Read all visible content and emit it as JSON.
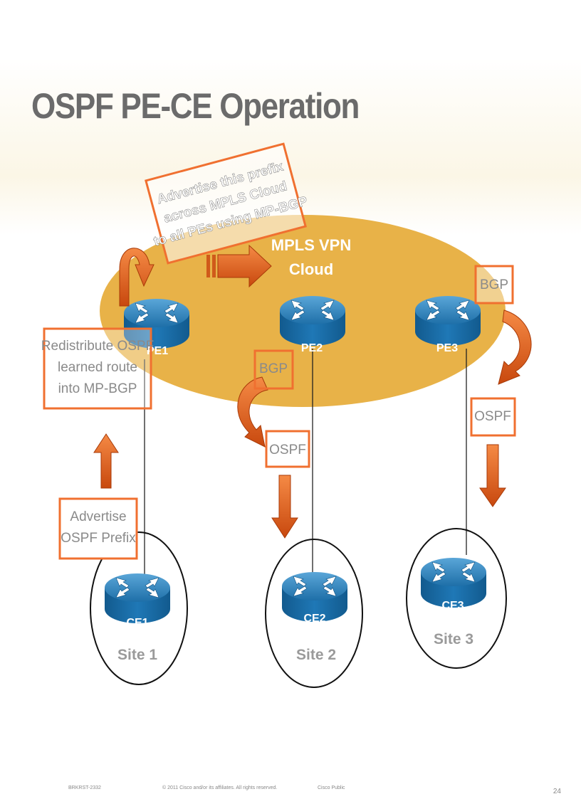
{
  "slide": {
    "title": "OSPF PE-CE Operation",
    "accent_color": "#f07030",
    "cloud_color": "#e8b040",
    "router_color": "#1e6fa8"
  },
  "callouts": {
    "advertise_prefix": [
      "Advertise this prefix",
      "across MPLS Cloud",
      "to all PEs using MP-BGP"
    ],
    "redistribute": [
      "Redistribute OSPF",
      "learned route",
      "into MP-BGP"
    ],
    "advertise_ospf": [
      "Advertise",
      "OSPF Prefix"
    ]
  },
  "cloud_label": [
    "MPLS VPN",
    "Cloud"
  ],
  "routers": {
    "pe1": "PE1",
    "pe2": "PE2",
    "pe3": "PE3",
    "ce1": "CE1",
    "ce2": "CE2",
    "ce3": "CE3"
  },
  "sites": {
    "site1": "Site 1",
    "site2": "Site 2",
    "site3": "Site 3"
  },
  "protocol_labels": {
    "bgp_pe2": "BGP",
    "ospf_pe2": "OSPF",
    "bgp_pe3": "BGP",
    "ospf_pe3": "OSPF"
  },
  "footer": {
    "session_id": "BRKRST-2332",
    "copyright": "© 2011 Cisco and/or its affiliates. All rights reserved.",
    "classification": "Cisco Public",
    "page_number": "24"
  }
}
